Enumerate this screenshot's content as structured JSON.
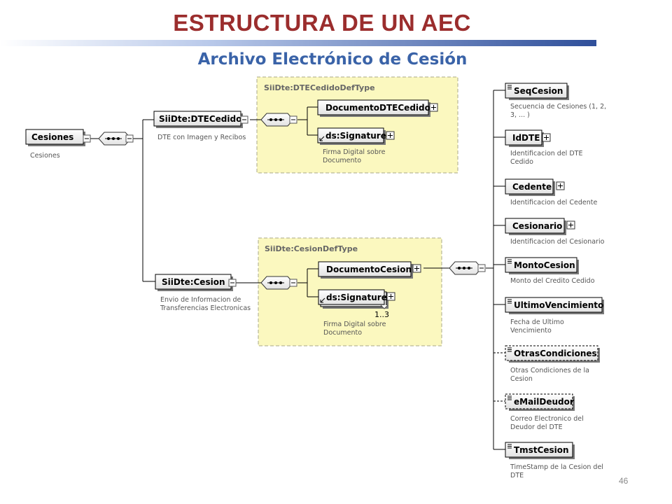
{
  "header": {
    "title": "ESTRUCTURA DE UN AEC",
    "subtitle": "Archivo Electrónico de Cesión",
    "page_number": "46"
  },
  "diagram": {
    "root": {
      "name": "Cesiones",
      "doc": "Cesiones"
    },
    "dte_cedido": {
      "name": "SiiDte:DTECedido",
      "doc": "DTE con Imagen y Recibos",
      "type_label": "SiiDte:DTECedidoDefType",
      "children": [
        {
          "name": "DocumentoDTECedido"
        },
        {
          "name": "ds:Signature",
          "doc_lines": [
            "Firma Digital sobre",
            "Documento"
          ]
        }
      ]
    },
    "cesion": {
      "name": "SiiDte:Cesion",
      "doc_lines": [
        "Envio de Informacion de",
        "Transferencias  Electronicas"
      ],
      "type_label": "SiiDte:CesionDefType",
      "children": [
        {
          "name": "DocumentoCesion"
        },
        {
          "name": "ds:Signature",
          "occurs": "1..3",
          "doc_lines": [
            "Firma Digital sobre",
            "Documento"
          ]
        }
      ]
    },
    "cesion_elements": [
      {
        "name": "SeqCesion",
        "doc_lines": [
          "Secuencia de Cesiones (1, 2,",
          "3, ... )"
        ]
      },
      {
        "name": "IdDTE",
        "doc_lines": [
          "Identificacion del DTE",
          "Cedido"
        ]
      },
      {
        "name": "Cedente",
        "doc_lines": [
          "Identificacion del Cedente"
        ]
      },
      {
        "name": "Cesionario",
        "doc_lines": [
          "Identificacion del Cesionario"
        ]
      },
      {
        "name": "MontoCesion",
        "doc_lines": [
          "Monto del Credito Cedido"
        ]
      },
      {
        "name": "UltimoVencimiento",
        "doc_lines": [
          "Fecha de Ultimo",
          "Vencimiento"
        ]
      },
      {
        "name": "OtrasCondiciones",
        "doc_lines": [
          "Otras Condiciones de la",
          "Cesion"
        ]
      },
      {
        "name": "eMailDeudor",
        "doc_lines": [
          "Correo Electronico del",
          "Deudor del DTE"
        ]
      },
      {
        "name": "TmstCesion",
        "doc_lines": [
          "TimeStamp de la Cesion del",
          "DTE"
        ]
      }
    ]
  }
}
